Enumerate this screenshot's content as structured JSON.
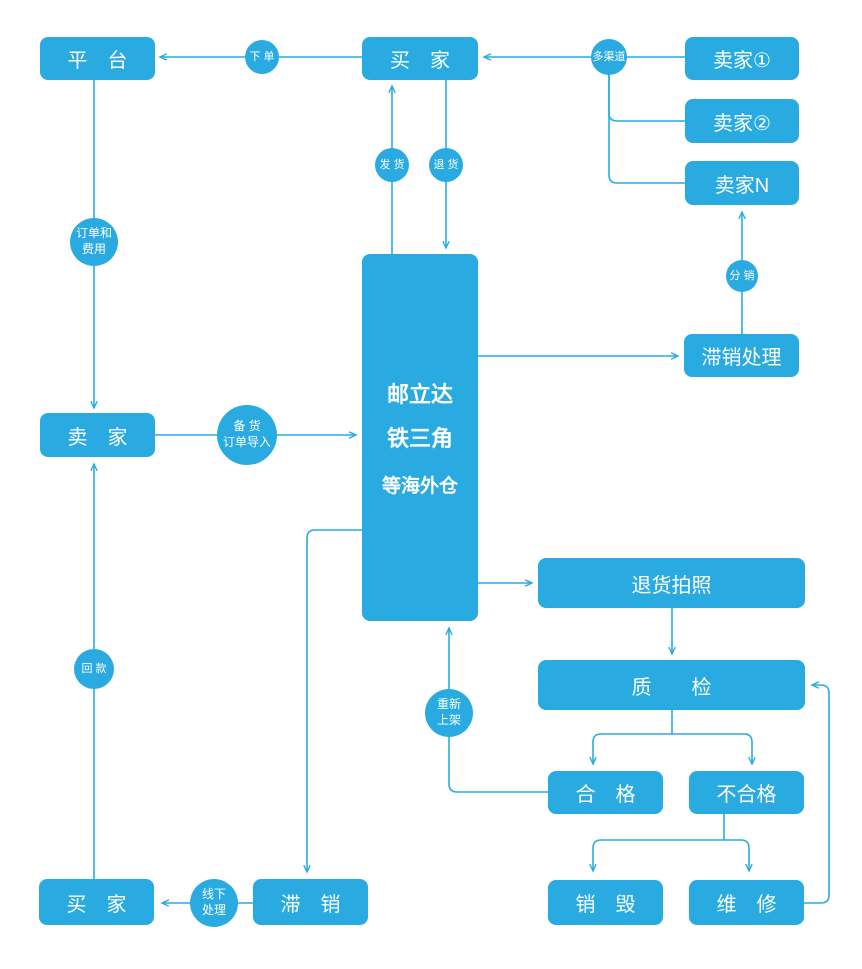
{
  "colors": {
    "accent": "#29ABE2",
    "background": "#FFFFFF",
    "text_on_accent": "#FFFFFF"
  },
  "nodes": {
    "platform": {
      "label": "平　台"
    },
    "buyer_top": {
      "label": "买　家"
    },
    "seller1": {
      "label": "卖家①"
    },
    "seller2": {
      "label": "卖家②"
    },
    "sellerN": {
      "label": "卖家N"
    },
    "slow_handling": {
      "label": "滞销处理"
    },
    "warehouse": {
      "line1": "邮立达",
      "line2": "铁三角",
      "line3": "等海外仓"
    },
    "seller_left": {
      "label": "卖　家"
    },
    "return_photo": {
      "label": "退货拍照"
    },
    "quality_check": {
      "label": "质　　检"
    },
    "qualified": {
      "label": "合　格"
    },
    "unqualified": {
      "label": "不合格"
    },
    "destroy": {
      "label": "销　毁"
    },
    "repair": {
      "label": "维　修"
    },
    "buyer_bottom": {
      "label": "买　家"
    },
    "slow_sale": {
      "label": "滞　销"
    }
  },
  "edge_labels": {
    "place_order": "下 单",
    "multi_channel": "多渠道",
    "ship": "发 货",
    "return_goods": "退 货",
    "order_and_fee": "订单和\n费用",
    "distribution": "分 销",
    "stock_order_import": "备 货\n订单导入",
    "payment_return": "回 款",
    "reshelve": "重新\n上架",
    "offline_handling": "线下\n处理"
  }
}
